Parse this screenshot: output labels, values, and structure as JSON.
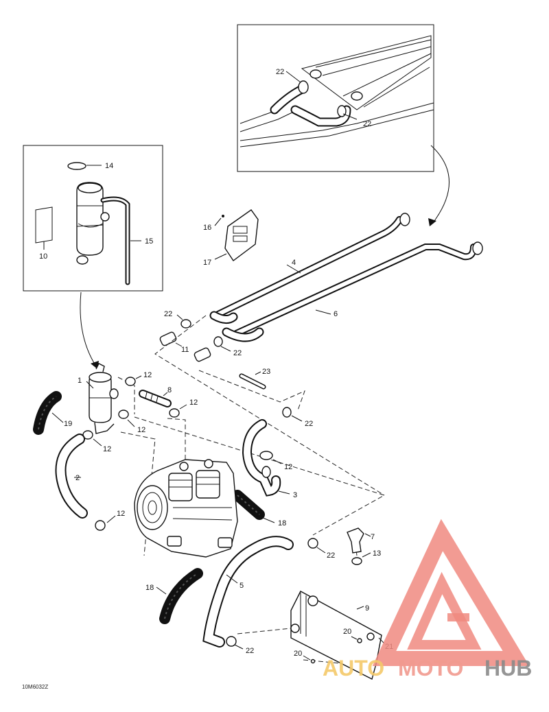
{
  "diagram": {
    "drawing_code": "10M6032Z",
    "callouts": {
      "c1": "1",
      "c2": "2",
      "c3": "3",
      "c4": "4",
      "c5": "5",
      "c6": "6",
      "c7": "7",
      "c8": "8",
      "c9": "9",
      "c10": "10",
      "c11": "11",
      "c12a": "12",
      "c12b": "12",
      "c12c": "12",
      "c12d": "12",
      "c12e": "12",
      "c12f": "12",
      "c13": "13",
      "c14": "14",
      "c15": "15",
      "c16": "16",
      "c17": "17",
      "c18a": "18",
      "c18b": "18",
      "c19": "19",
      "c20a": "20",
      "c20b": "20",
      "c21": "21",
      "c22a": "22",
      "c22b": "22",
      "c22c": "22",
      "c22d": "22",
      "c22e": "22",
      "c22f": "22",
      "c22g": "22",
      "c23": "23"
    }
  },
  "watermark": {
    "text_auto": "AUTO",
    "text_moto": "MOTO",
    "text_hub": "HUB",
    "colors": {
      "auto": "#f4c96a",
      "moto": "#f19a8f",
      "hub": "#8a8a8a",
      "logo": "#f08a80"
    }
  }
}
